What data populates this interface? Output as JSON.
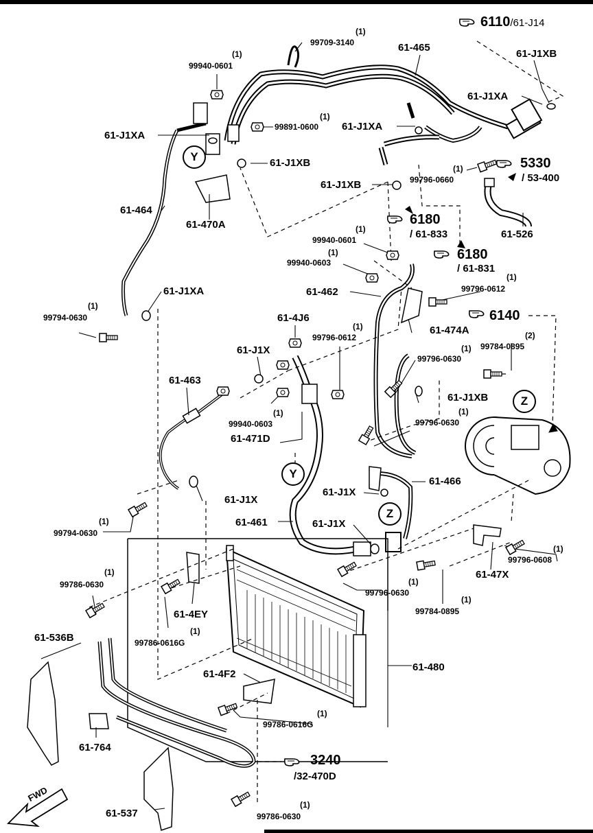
{
  "labels": {
    "p_99709_3140": "99709-3140",
    "q_99709_3140": "(1)",
    "p_61_465": "61-465",
    "ref_6110": "6110",
    "ref_6110_sub": "/61-J14",
    "p_61_j1xb_a": "61-J1XB",
    "p_61_j1xa_a": "61-J1XA",
    "p_99940_0601_a": "99940-0601",
    "q_99940_0601_a": "(1)",
    "p_99891_0600": "99891-0600",
    "q_99891_0600": "(1)",
    "p_61_j1xa_b": "61-J1XA",
    "p_61_j1xa_c": "61-J1XA",
    "p_61_j1xb_b": "61-J1XB",
    "ref_5330": "5330",
    "ref_5330_sub": "/ 53-400",
    "p_99796_0660": "99796-0660",
    "q_99796_0660": "(1)",
    "p_61_j1xb_c": "61-J1XB",
    "p_61_464": "61-464",
    "p_61_470a": "61-470A",
    "ref_6180_a": "6180",
    "ref_6180_a_sub": "/ 61-833",
    "p_61_526": "61-526",
    "p_99940_0601_b": "99940-0601",
    "q_99940_0601_b": "(1)",
    "p_99940_0603_a": "99940-0603",
    "q_99940_0603_a": "(1)",
    "ref_6180_b": "6180",
    "ref_6180_b_sub": "/ 61-831",
    "p_61_462": "61-462",
    "p_99796_0612_a": "99796-0612",
    "q_99796_0612_a": "(1)",
    "p_61_j1xa_d": "61-J1XA",
    "p_99794_0630_a": "99794-0630",
    "q_99794_0630_a": "(1)",
    "p_61_4j6": "61-4J6",
    "p_99796_0612_b": "99796-0612",
    "q_99796_0612_b": "(1)",
    "p_61_474a": "61-474A",
    "ref_6140": "6140",
    "p_99784_0895_a": "99784-0895",
    "q_99784_0895_a": "(2)",
    "p_61_j1x_a": "61-J1X",
    "p_99796_0630_a": "99796-0630",
    "q_99796_0630_a": "(1)",
    "p_61_463": "61-463",
    "p_61_j1xb_d": "61-J1XB",
    "p_99940_0603_b": "99940-0603",
    "q_99940_0603_b": "(1)",
    "p_61_471d": "61-471D",
    "p_99796_0630_b": "99796-0630",
    "q_99796_0630_b": "(1)",
    "p_61_466": "61-466",
    "p_61_j1x_b": "61-J1X",
    "p_61_j1x_c": "61-J1X",
    "p_99794_0630_b": "99794-0630",
    "q_99794_0630_b": "(1)",
    "p_61_461": "61-461",
    "p_61_j1x_d": "61-J1X",
    "p_99796_0608": "99796-0608",
    "q_99796_0608": "(1)",
    "p_61_47x": "61-47X",
    "p_99786_0630_a": "99786-0630",
    "q_99786_0630_a": "(1)",
    "p_99796_0630_c": "99796-0630",
    "q_99796_0630_c": "(1)",
    "p_99784_0895_b": "99784-0895",
    "q_99784_0895_b": "(1)",
    "p_61_4ey": "61-4EY",
    "p_99786_0616g_a": "99786-0616G",
    "q_99786_0616g_a": "(1)",
    "p_61_536b": "61-536B",
    "p_61_480": "61-480",
    "p_61_4f2": "61-4F2",
    "p_99786_0616g_b": "99786-0616G",
    "q_99786_0616g_b": "(1)",
    "p_61_764": "61-764",
    "ref_3240": "3240",
    "ref_3240_sub": "/32-470D",
    "p_61_537": "61-537",
    "p_99786_0630_b": "99786-0630",
    "q_99786_0630_b": "(1)",
    "fwd": "FWD"
  },
  "markers": {
    "y_upper": "Y",
    "y_lower": "Y",
    "z_compressor": "Z",
    "z_hose": "Z"
  },
  "colors": {
    "line": "#000000",
    "background": "#ffffff"
  },
  "icons": {
    "reference": "pointing-hand-icon",
    "direction": "forward-arrow-icon"
  }
}
